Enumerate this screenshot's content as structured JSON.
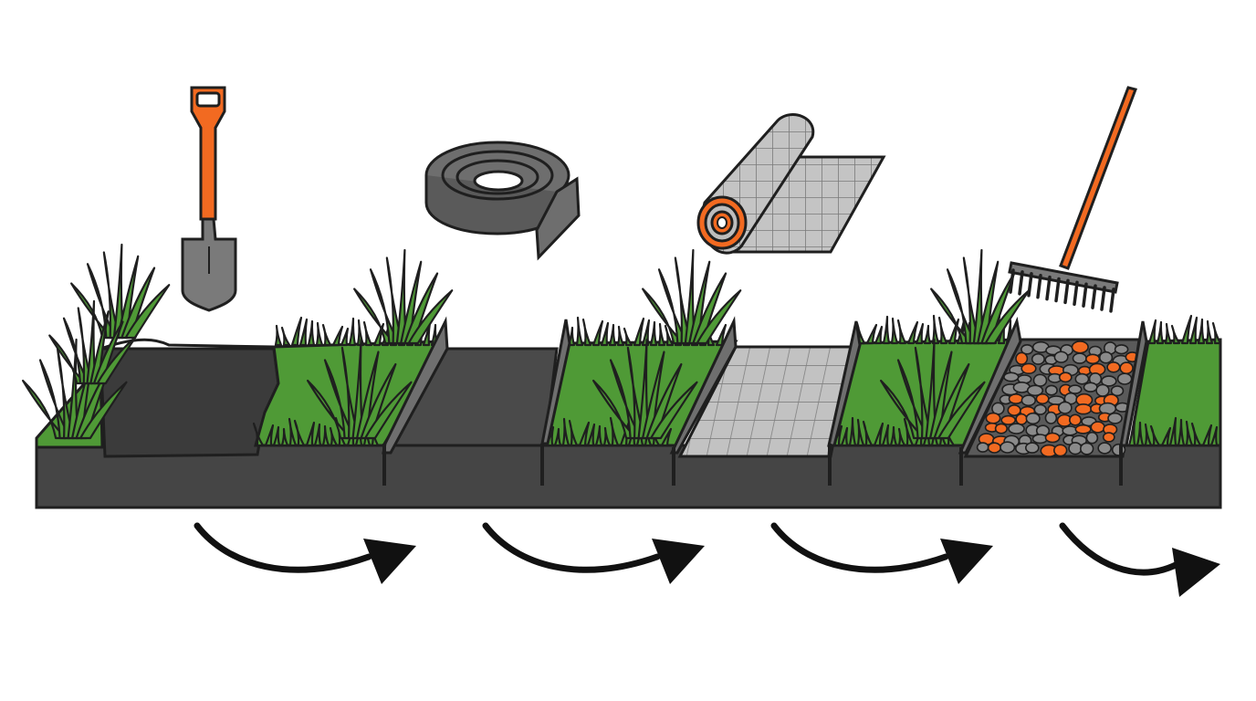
{
  "diagram": {
    "kind": "process-steps",
    "text_labels": [],
    "steps": [
      {
        "tool": "shovel-icon",
        "result": "dug-trench"
      },
      {
        "tool": "edging-roll-icon",
        "result": "edging-installed"
      },
      {
        "tool": "fabric-roll-icon",
        "result": "fabric-laid"
      },
      {
        "tool": "rake-icon",
        "result": "gravel-spread"
      }
    ],
    "arrows": 4,
    "colors": {
      "outline": "#1f1f1f",
      "soil": "#474747",
      "dug_soil": "#3a3a3a",
      "grass": "#4f9a36",
      "grass_dark": "#2f6f22",
      "tool_handle": "#f26a21",
      "metal": "#777777",
      "edging": "#6f6f6f",
      "fabric": "#bdbdbd",
      "gravel_grey": "#8a8a8a",
      "gravel_orange": "#f26a21"
    }
  }
}
